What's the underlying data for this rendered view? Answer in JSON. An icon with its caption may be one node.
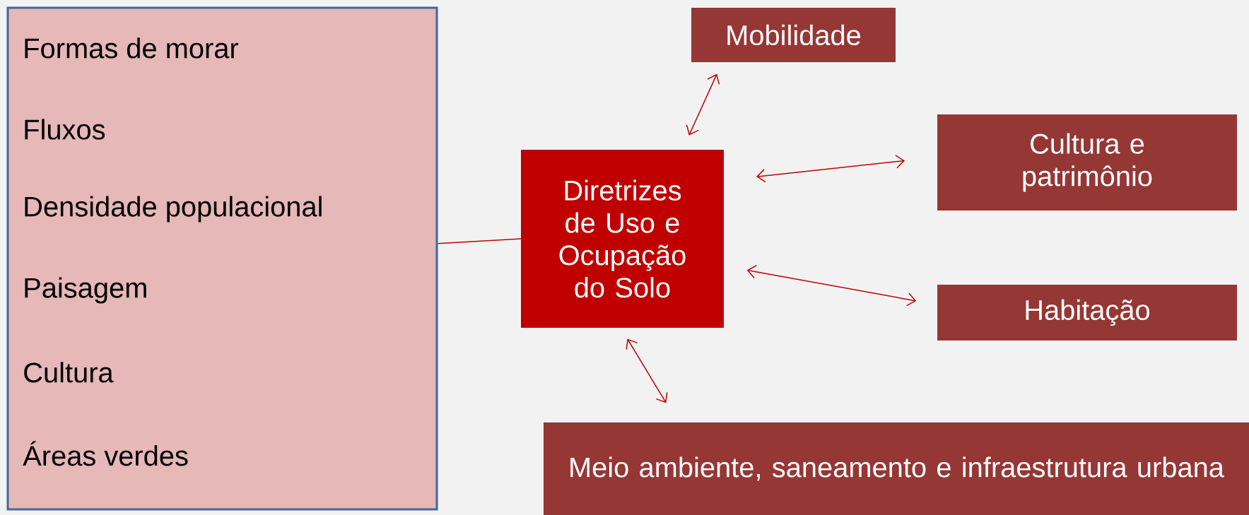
{
  "diagram": {
    "nodes": [
      {
        "text": [
          "Formas de morar",
          "Fluxos",
          "Densidade populacional",
          "Paisagem",
          "Cultura",
          "Áreas verdes"
        ]
      },
      {
        "text": [
          "Diretrizes de Uso e Ocupação do Solo"
        ]
      },
      {
        "text": [
          "Mobilidade"
        ]
      },
      {
        "text": [
          "Cultura e patrimônio"
        ]
      },
      {
        "text": [
          "Habitação"
        ]
      },
      {
        "text": [
          "Meio ambiente, saneamento e infraestrutura urbana"
        ]
      }
    ],
    "edges": [
      {
        "from": 0,
        "to": 1,
        "arrow": "none"
      },
      {
        "from": 1,
        "to": 2,
        "arrow": "both"
      },
      {
        "from": 1,
        "to": 3,
        "arrow": "both"
      },
      {
        "from": 1,
        "to": 4,
        "arrow": "both"
      },
      {
        "from": 1,
        "to": 5,
        "arrow": "both"
      }
    ]
  }
}
